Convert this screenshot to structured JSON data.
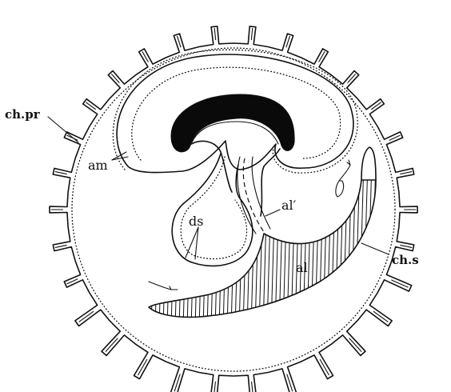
{
  "labels": {
    "ch_pr": "ch.pr",
    "am": "am",
    "ds": "ds",
    "al_prime": "al′",
    "al": "al",
    "ch_s": "ch.s"
  }
}
